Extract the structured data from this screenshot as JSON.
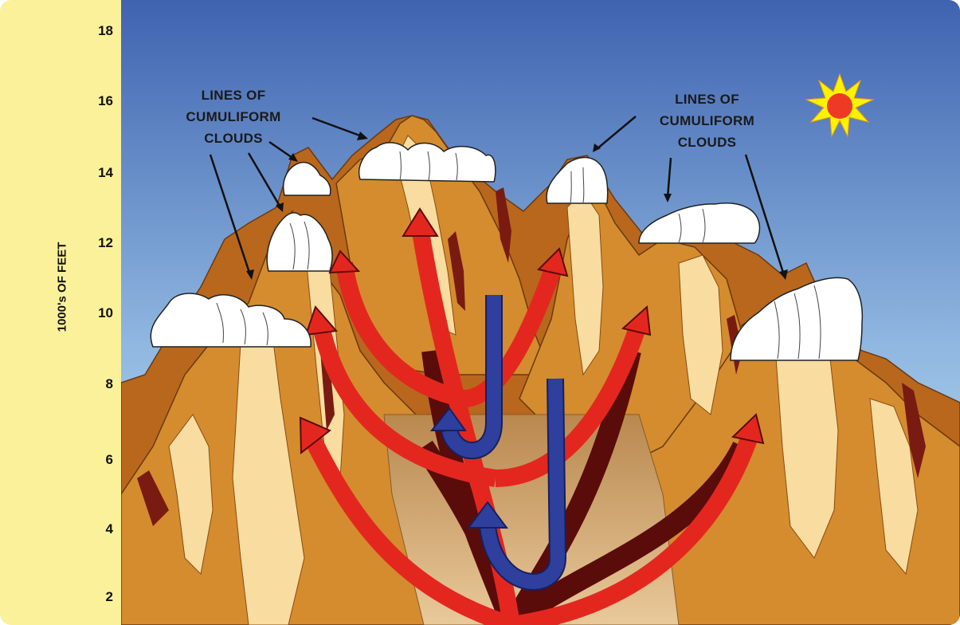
{
  "axis": {
    "label": "1000's OF FEET",
    "ticks": [
      "18",
      "16",
      "14",
      "12",
      "10",
      "8",
      "6",
      "4",
      "2"
    ]
  },
  "callouts": {
    "left": {
      "line1": "LINES OF",
      "line2": "CUMULIFORM",
      "line3": "CLOUDS"
    },
    "right": {
      "line1": "LINES OF",
      "line2": "CUMULIFORM",
      "line3": "CLOUDS"
    }
  },
  "colors": {
    "sky_top": "#3f63b0",
    "sky_bottom": "#c2e2f3",
    "axis_panel": "#fbf19a",
    "mountain_dark": "#b8671d",
    "mountain_mid": "#d48c2e",
    "mountain_light": "#f8dca0",
    "ridge_dark": "#7a1b12",
    "updraft_red": "#e3271f",
    "downdraft_blue": "#2e3f9e",
    "sun_outer": "#fff200",
    "sun_inner": "#ee3a24",
    "cloud": "#ffffff"
  },
  "icons": {
    "sun": "sun-icon",
    "cloud": "cloud-icon"
  }
}
